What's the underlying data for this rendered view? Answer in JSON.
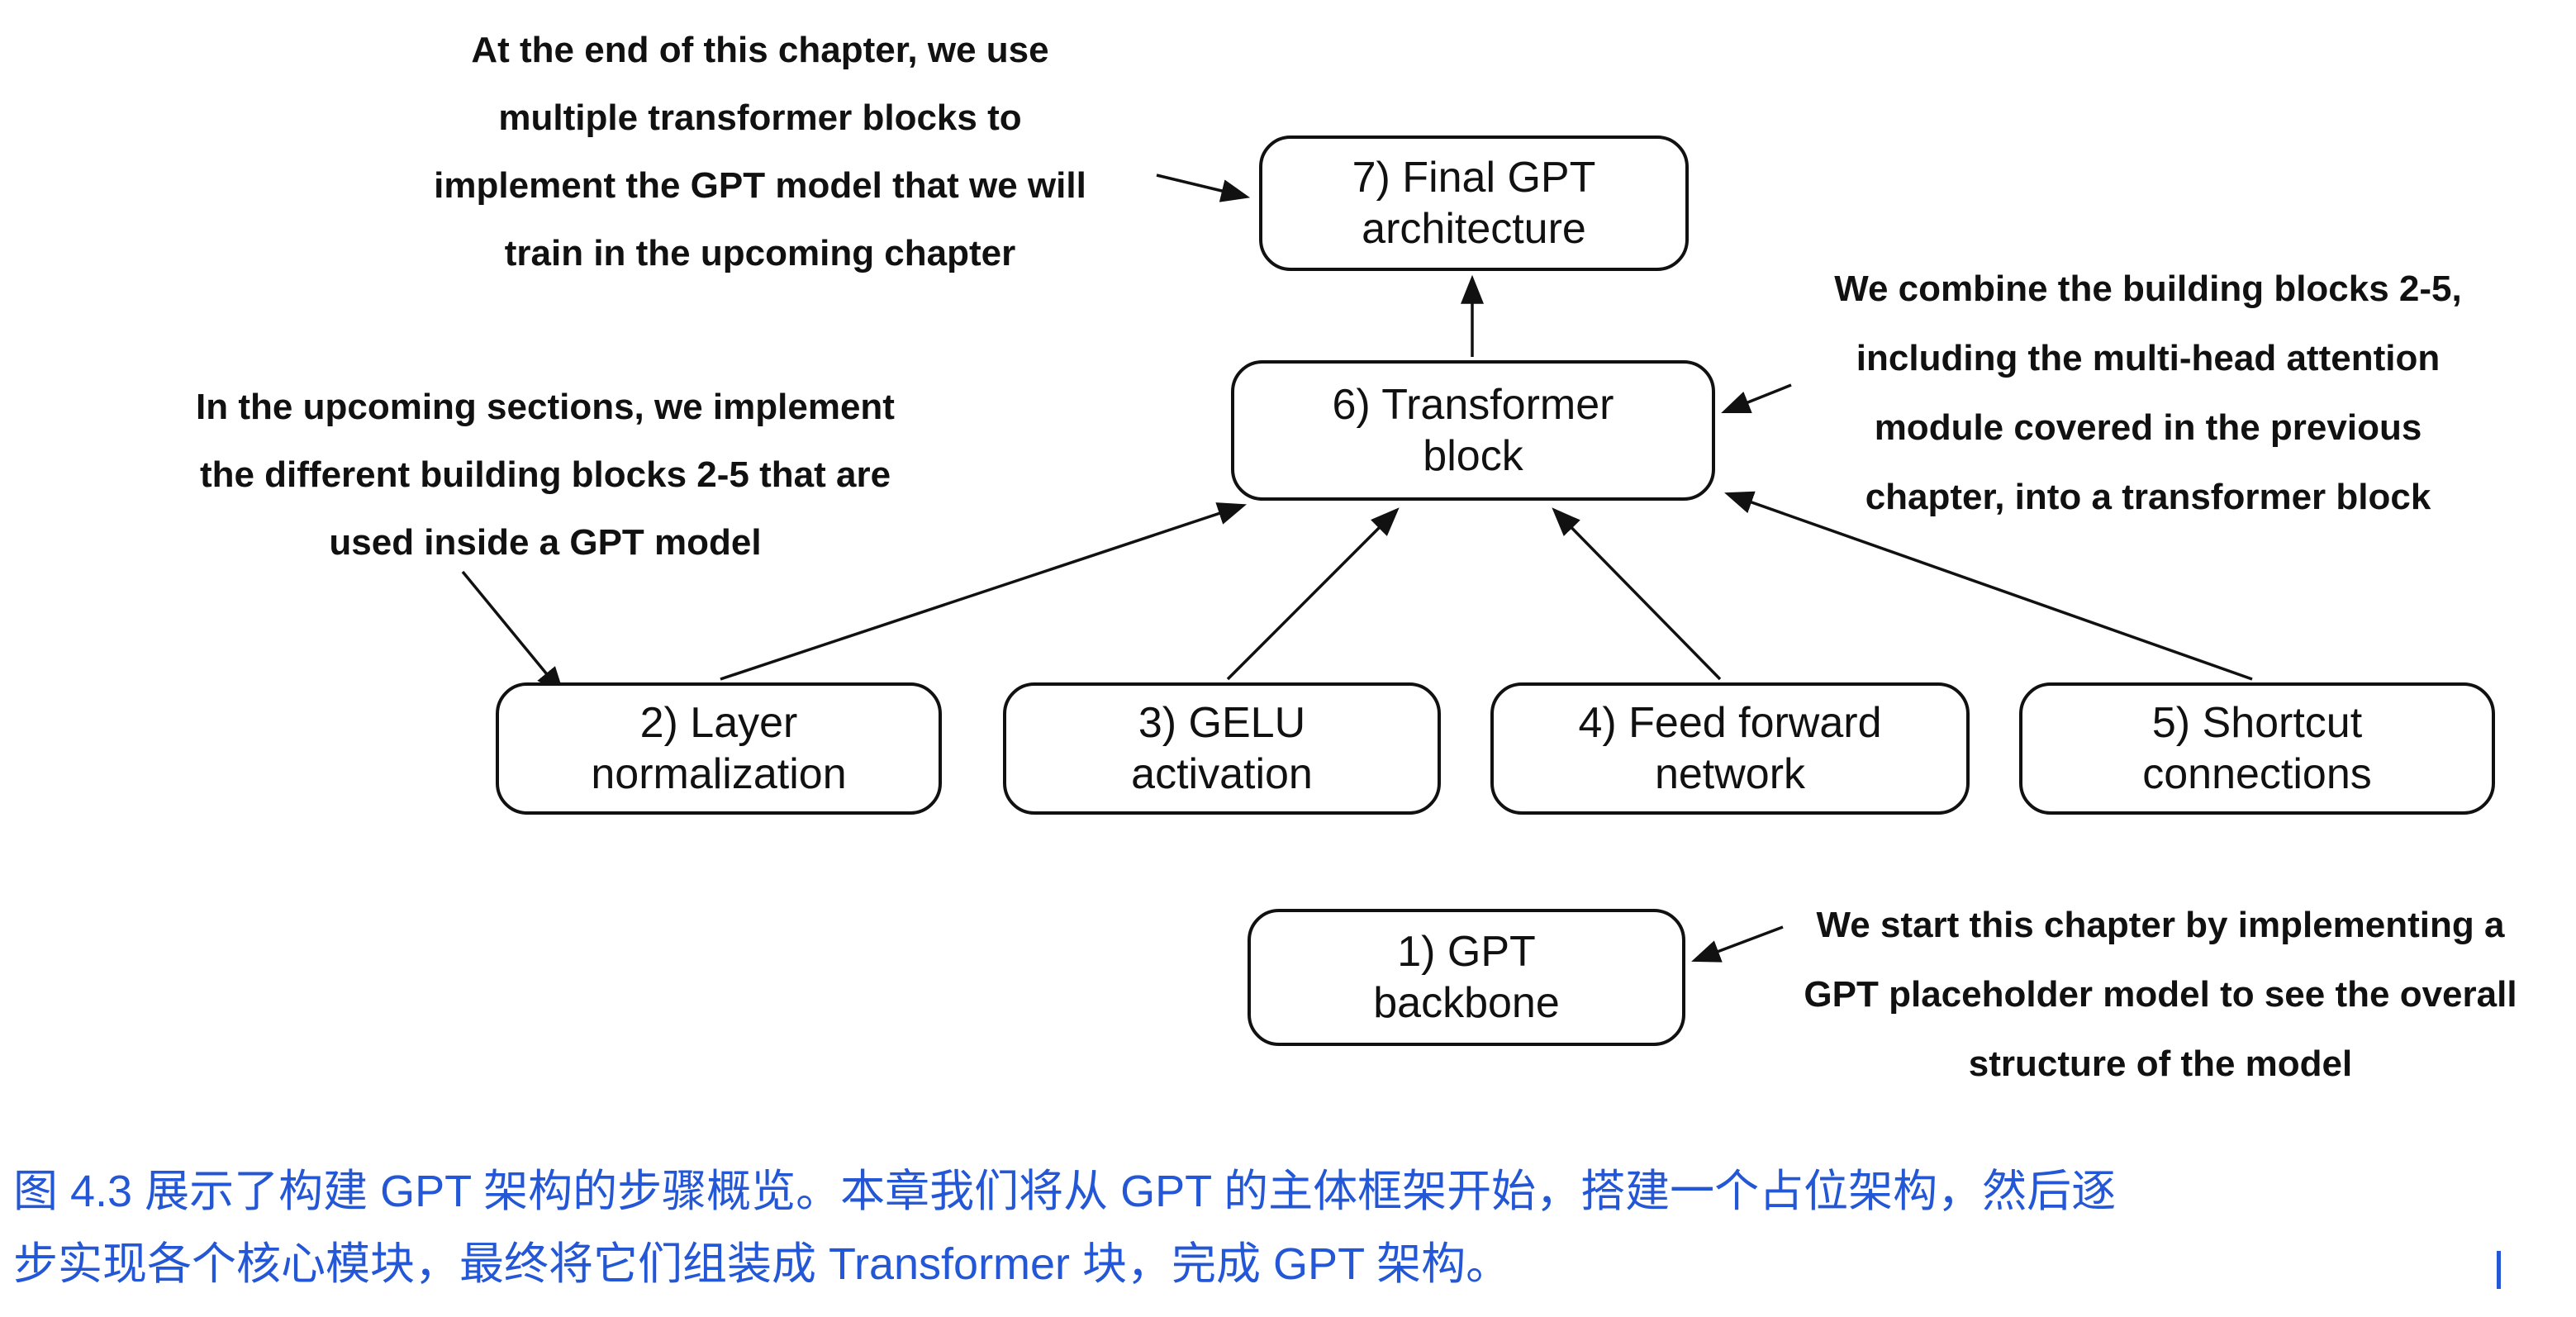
{
  "colors": {
    "caption_text": "#2457d5",
    "diagram_ink": "#111111"
  },
  "annotations": {
    "top": {
      "lines": [
        "At the end of this chapter, we use",
        "multiple transformer blocks to",
        "implement the GPT model that we will",
        "train in the upcoming chapter"
      ]
    },
    "left": {
      "lines": [
        "In the upcoming sections, we implement",
        "the different building blocks 2-5 that are",
        "used inside a GPT model"
      ]
    },
    "right": {
      "lines": [
        "We combine the building blocks 2-5,",
        "including the multi-head attention",
        "module covered in the previous",
        "chapter, into a transformer block"
      ]
    },
    "bottom": {
      "lines": [
        "We start this chapter by implementing a",
        "GPT placeholder model to see the overall",
        "structure of the model"
      ]
    }
  },
  "boxes": {
    "final_gpt": {
      "lines": [
        "7) Final GPT",
        "architecture"
      ]
    },
    "transformer": {
      "lines": [
        "6) Transformer",
        "block"
      ]
    },
    "layer_norm": {
      "lines": [
        "2) Layer",
        "normalization"
      ]
    },
    "gelu": {
      "lines": [
        "3) GELU",
        "activation"
      ]
    },
    "feed_forward": {
      "lines": [
        "4) Feed forward",
        "network"
      ]
    },
    "shortcut": {
      "lines": [
        "5) Shortcut",
        "connections"
      ]
    },
    "gpt_backbone": {
      "lines": [
        "1) GPT",
        "backbone"
      ]
    }
  },
  "caption": {
    "lines": [
      "图 4.3 展示了构建 GPT 架构的步骤概览。本章我们将从 GPT 的主体框架开始，搭建一个占位架构，然后逐",
      "步实现各个核心模块，最终将它们组装成 Transformer 块，完成 GPT 架构。"
    ]
  }
}
